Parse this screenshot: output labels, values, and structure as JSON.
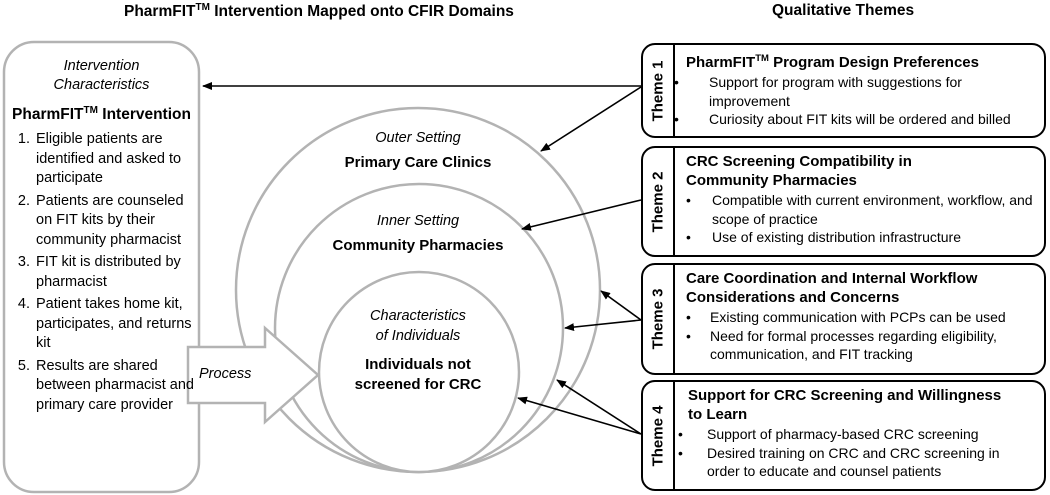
{
  "headers": {
    "left_prefix": "PharmFIT",
    "left_sup": "TM",
    "left_suffix": " Intervention Mapped onto CFIR Domains",
    "right": "Qualitative Themes"
  },
  "intervention": {
    "domain": "Intervention Characteristics",
    "title_prefix": "PharmFIT",
    "title_sup": "TM",
    "title_suffix": " Intervention",
    "steps": [
      "Eligible patients are identified and asked to participate",
      "Patients are counseled on FIT kits  by their community pharmacist",
      "FIT kit is distributed by pharmacist",
      "Patient takes home kit, participates, and returns kit",
      "Results are shared between pharmacist and primary care provider"
    ]
  },
  "process_label": "Process",
  "circles": {
    "outer": {
      "domain": "Outer Setting",
      "label": "Primary Care Clinics"
    },
    "inner": {
      "domain": "Inner Setting",
      "label": "Community Pharmacies"
    },
    "individuals": {
      "domain_line1": "Characteristics",
      "domain_line2": "of Individuals",
      "label_line1": "Individuals not",
      "label_line2": "screened for CRC"
    }
  },
  "themes": [
    {
      "tab": "Theme 1",
      "title_prefix": "PharmFIT",
      "title_sup": "TM",
      "title_suffix": " Program Design Preferences",
      "bullets": [
        "Support for program with suggestions for improvement",
        "Curiosity about FIT kits will be ordered and billed"
      ]
    },
    {
      "tab": "Theme 2",
      "title": "CRC Screening Compatibility in Community Pharmacies",
      "bullets": [
        "Compatible with current environment, workflow, and scope of practice",
        "Use of existing distribution infrastructure"
      ]
    },
    {
      "tab": "Theme 3",
      "title": "Care Coordination and Internal Workflow Considerations and Concerns",
      "bullets": [
        "Existing communication with PCPs can be used",
        "Need for formal processes regarding eligibility, communication, and FIT tracking"
      ]
    },
    {
      "tab": "Theme 4",
      "title": "Support for CRC Screening and Willingness to Learn",
      "bullets": [
        "Support of pharmacy-based CRC screening",
        "Desired training on CRC and CRC screening in order to educate and counsel patients"
      ]
    }
  ],
  "colors": {
    "gray_stroke": "#b3b3b3",
    "black": "#000000"
  }
}
